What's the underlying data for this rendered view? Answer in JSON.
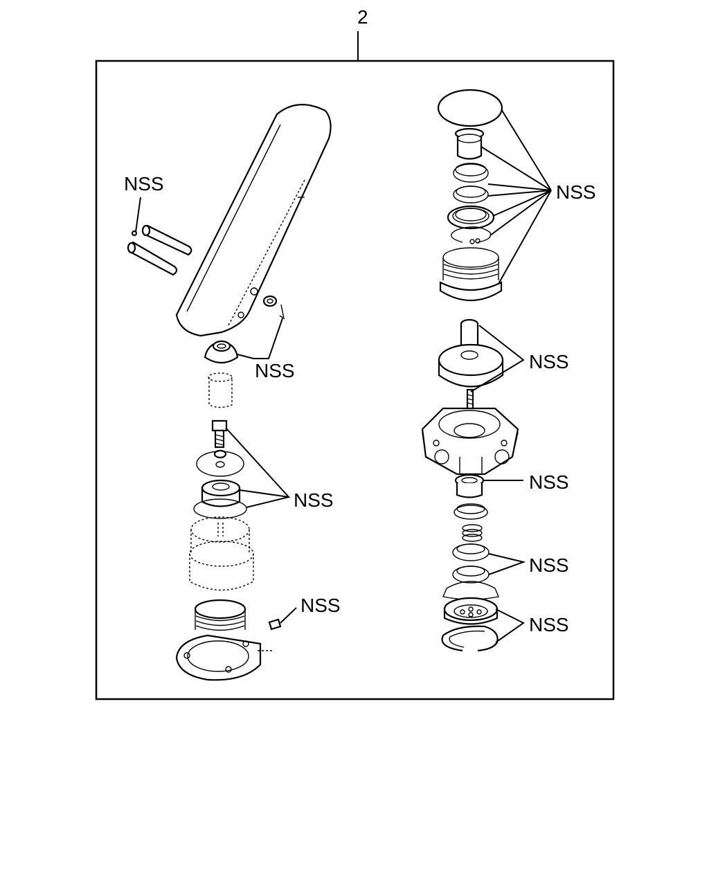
{
  "diagram": {
    "callout_number": "2",
    "labels": {
      "pins_nss": "NSS",
      "boot_nss": "NSS",
      "plunger_nss": "NSS",
      "base_nss": "NSS",
      "valve_top_nss": "NSS",
      "piston_nss": "NSS",
      "guide_nss": "NSS",
      "seals_nss": "NSS",
      "retainer_nss": "NSS"
    }
  }
}
